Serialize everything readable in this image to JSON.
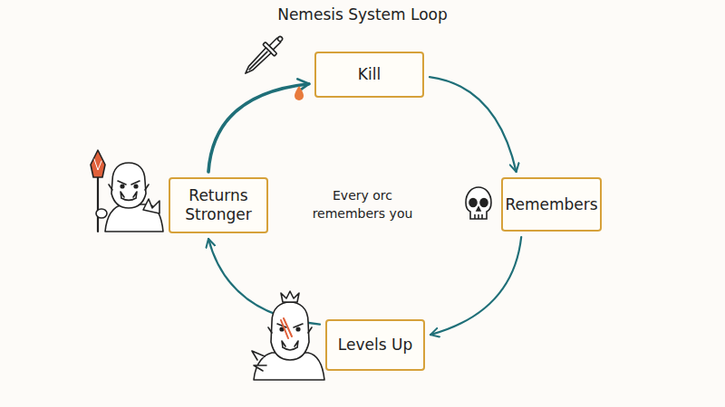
{
  "diagram": {
    "title": "Nemesis System Loop",
    "nodes": [
      {
        "text": [
          "Kill"
        ]
      },
      {
        "text": [
          "Remembers"
        ]
      },
      {
        "text": [
          "Levels Up"
        ]
      },
      {
        "text": [
          "Returns Stronger"
        ]
      }
    ],
    "edges": [
      {
        "from": 0,
        "to": 1,
        "arrow": "to"
      },
      {
        "from": 1,
        "to": 2,
        "arrow": "to"
      },
      {
        "from": 2,
        "to": 3,
        "arrow": "to"
      },
      {
        "from": 3,
        "to": 0,
        "arrow": "to"
      }
    ],
    "labels": [
      "Every orc remembers you"
    ]
  }
}
